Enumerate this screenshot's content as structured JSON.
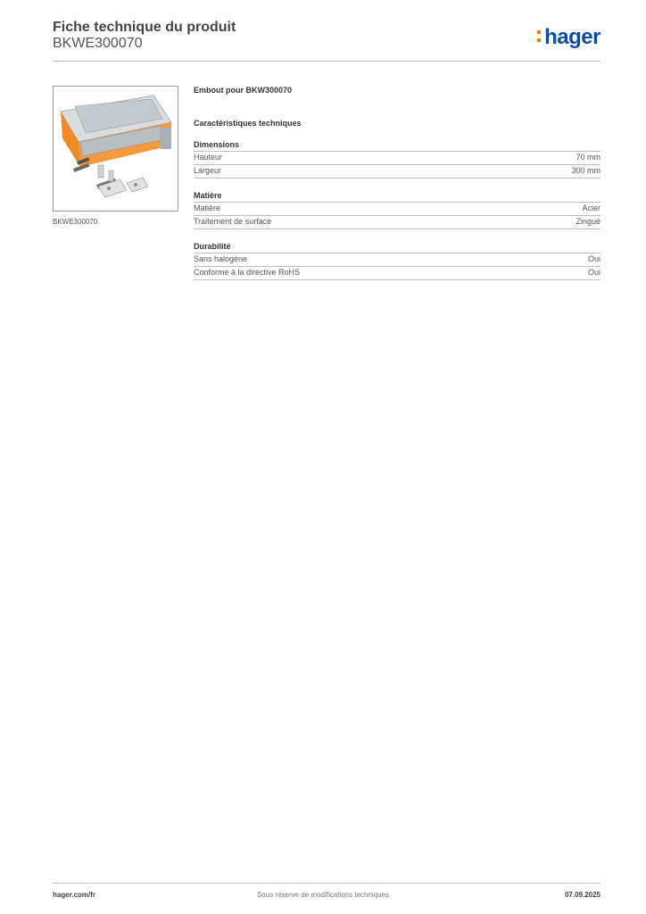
{
  "header": {
    "title": "Fiche technique du produit",
    "reference": "BKWE300070",
    "logo_text": "hager"
  },
  "product": {
    "image_caption": "BKWE300070",
    "name": "Embout pour BKW300070"
  },
  "specs": {
    "heading": "Caractéristiques techniques",
    "groups": [
      {
        "title": "Dimensions",
        "rows": [
          {
            "label": "Hauteur",
            "value": "70 mm"
          },
          {
            "label": "Largeur",
            "value": "300 mm"
          }
        ]
      },
      {
        "title": "Matière",
        "rows": [
          {
            "label": "Matière",
            "value": "Acier"
          },
          {
            "label": "Traitement de surface",
            "value": "Zingué"
          }
        ]
      },
      {
        "title": "Durabilité",
        "rows": [
          {
            "label": "Sans halogène",
            "value": "Oui"
          },
          {
            "label": "Conforme à la directive RoHS",
            "value": "Oui"
          }
        ]
      }
    ]
  },
  "footer": {
    "website": "hager.com/fr",
    "disclaimer": "Sous réserve de modifications techniques",
    "date": "07.09.2025"
  },
  "colors": {
    "brand_blue": "#0a4ea3",
    "brand_orange": "#f07d00"
  }
}
